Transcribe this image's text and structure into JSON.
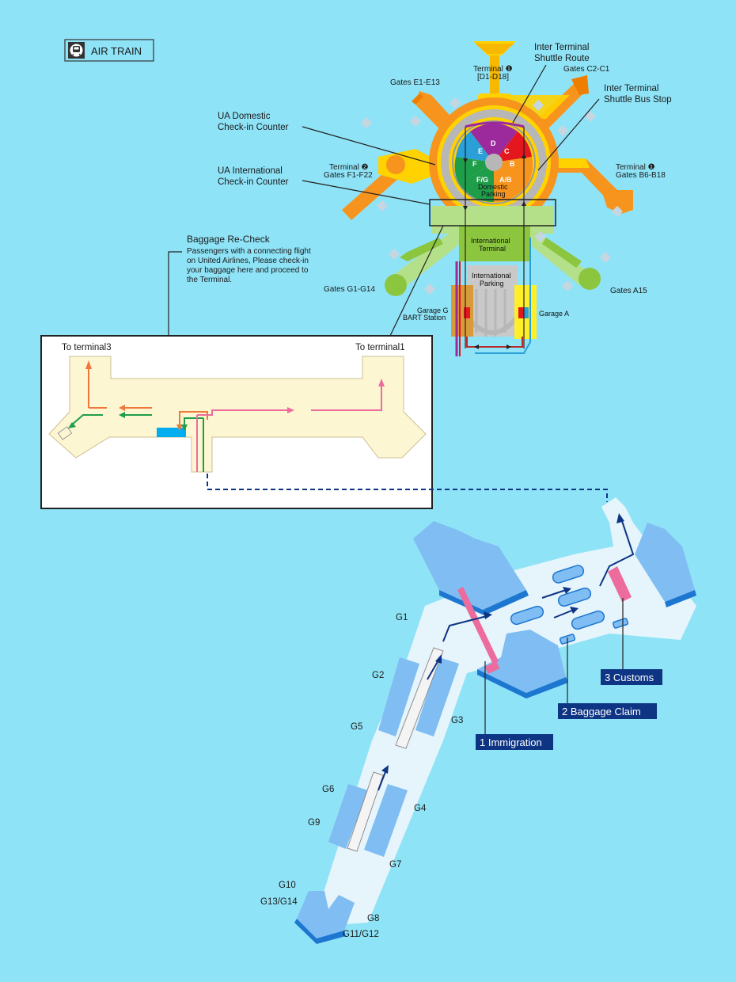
{
  "legend": {
    "icon": "train-icon",
    "label": "AIR TRAIN"
  },
  "callouts": {
    "inter_terminal_shuttle_route": [
      "Inter Terminal",
      "Shuttle Route"
    ],
    "inter_terminal_shuttle_bus_stop": [
      "Inter Terminal",
      "Shuttle Bus Stop"
    ],
    "ua_domestic_checkin": [
      "UA Domestic",
      "Check-in Counter"
    ],
    "ua_international_checkin": [
      "UA International",
      "Check-in Counter"
    ]
  },
  "terminals": {
    "t1": [
      "Terminal ❶",
      "[D1-D18]"
    ],
    "t2_left": [
      "Terminal ❷",
      "Gates F1-F22"
    ],
    "t3_right": [
      "Terminal ❶",
      "Gates B6-B18"
    ]
  },
  "gate_groups": {
    "e": "Gates E1-E13",
    "c": "Gates C2-C1",
    "g": "Gates G1-G14",
    "a": "Gates A15"
  },
  "zones": {
    "d": "D",
    "c": "C",
    "e": "E",
    "f": "F",
    "b": "B",
    "fg": "F/G",
    "ab": "A/B",
    "domestic_parking": [
      "Domestic",
      "Parking"
    ],
    "international_terminal": [
      "International",
      "Terminal"
    ],
    "international_parking": [
      "International",
      "Parking"
    ],
    "garage_g": [
      "Garage G",
      "BART Station"
    ],
    "garage_a": "Garage A"
  },
  "baggage_recheck": {
    "title": "Baggage Re-Check",
    "body": [
      "Passengers with a connecting flight",
      "on United Airlines, Please check-in",
      "your baggage here and proceed to",
      "the Terminal."
    ]
  },
  "inset": {
    "to_terminal3": "To terminal3",
    "to_terminal1": "To terminal1"
  },
  "steps": [
    {
      "label": "1 Immigration"
    },
    {
      "label": "2 Baggage Claim"
    },
    {
      "label": "3 Customs"
    }
  ],
  "gates": {
    "g1": "G1",
    "g2": "G2",
    "g3": "G3",
    "g4": "G4",
    "g5": "G5",
    "g6": "G6",
    "g7": "G7",
    "g8": "G8",
    "g9": "G9",
    "g10": "G10",
    "g11_12": "G11/G12",
    "g13_14": "G13/G14"
  },
  "colors": {
    "background": "#8fe3f7",
    "orange": "#f7941d",
    "yellow": "#ffd200",
    "green_light": "#b5e08a",
    "green": "#8cc63f",
    "dark_green": "#1e9e4a",
    "purple": "#9c2a9d",
    "red": "#e4171f",
    "blue": "#2a9fd8",
    "navy": "#0e3484",
    "pink": "#ec6c9d",
    "gate_blue": "#7fbdf2",
    "floor": "#e6f4fb",
    "inset_fill": "#fdf6d2"
  }
}
